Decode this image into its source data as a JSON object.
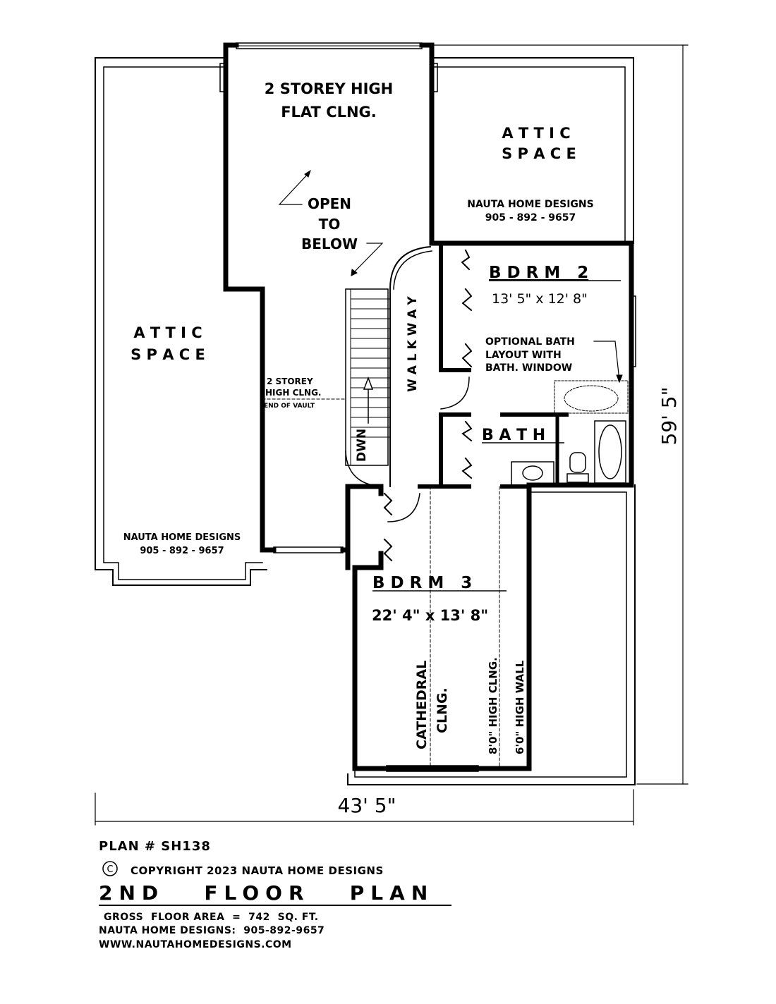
{
  "rooms": {
    "open_area": {
      "line1": "2 STOREY HIGH",
      "line2": "FLAT CLNG."
    },
    "open_to_below": {
      "line1": "OPEN",
      "line2": "TO",
      "line3": "BELOW"
    },
    "attic_right": {
      "line1": "A T T I C",
      "line2": "S P A C E",
      "firm": "NAUTA HOME DESIGNS",
      "phone": "905 - 892 - 9657"
    },
    "attic_left": {
      "line1": "A T T I C",
      "line2": "S P A C E",
      "firm": "NAUTA HOME DESIGNS",
      "phone": "905 - 892 - 9657"
    },
    "bdrm2": {
      "name": "B D R M   2",
      "size": "13' 5\" x 12' 8\""
    },
    "optional_bath": {
      "line1": "OPTIONAL BATH",
      "line2": "LAYOUT WITH",
      "line3": "BATH. WINDOW"
    },
    "bath": {
      "name": "B A T H"
    },
    "walkway": {
      "name": "W A L K W A Y"
    },
    "stairs": {
      "label": "DWN"
    },
    "vault": {
      "line1": "2 STOREY",
      "line2": "HIGH CLNG.",
      "line3": "END OF VAULT"
    },
    "bdrm3": {
      "name": "B D R M   3",
      "size": "22' 4\" x 13' 8\"",
      "note1a": "CATHEDRAL",
      "note1b": "CLNG.",
      "note2": "8'0\" HIGH CLNG.",
      "note3": "6'0\" HIGH WALL"
    }
  },
  "dimensions": {
    "width": "43' 5\"",
    "depth": "59' 5\""
  },
  "footer": {
    "plan_number": "PLAN # SH138",
    "copyright_symbol": "C",
    "copyright": "COPYRIGHT 2023 NAUTA HOME DESIGNS",
    "title": "2ND   FLOOR   PLAN",
    "area": "GROSS  FLOOR AREA  =  742  SQ. FT.",
    "contact": "NAUTA HOME DESIGNS:  905-892-9657",
    "website": "WWW.NAUTAHOMEDESIGNS.COM"
  }
}
